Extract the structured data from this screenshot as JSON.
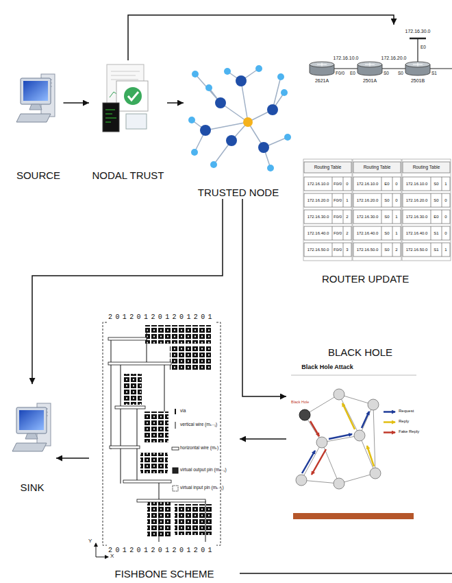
{
  "diagram": {
    "nodes": [
      {
        "text": [
          "SOURCE"
        ]
      },
      {
        "text": [
          "NODAL TRUST"
        ]
      },
      {
        "text": [
          "TRUSTED NODE"
        ]
      },
      {
        "text": [
          "ROUTER UPDATE"
        ]
      },
      {
        "text": [
          "BLACK HOLE"
        ]
      },
      {
        "text": [
          "FISHBONE SCHEME"
        ]
      },
      {
        "text": [
          "SINK"
        ]
      }
    ],
    "edges": [
      {
        "from": 0,
        "to": 1,
        "arrow": "to"
      },
      {
        "from": 1,
        "to": 2,
        "arrow": "to"
      },
      {
        "from": 1,
        "to": 3,
        "arrow": "to"
      },
      {
        "from": 2,
        "to": 6,
        "arrow": "to"
      },
      {
        "from": 2,
        "to": 4,
        "arrow": "to"
      },
      {
        "from": 4,
        "to": 5,
        "arrow": "to"
      },
      {
        "from": 5,
        "to": 6,
        "arrow": "to"
      }
    ],
    "labels": [
      "172.16.30.0",
      "172.16.10.0",
      "172.16.20.0",
      "2621A",
      "2501A",
      "2501B",
      "F0/0",
      "E0",
      "S0",
      "S0",
      "S1",
      "E0",
      "Routing Table",
      "172.16.10.0",
      "F0/0",
      "0",
      "172.16.20.0",
      "F0/0",
      "1",
      "172.16.30.0",
      "F0/0",
      "2",
      "172.16.40.0",
      "F0/0",
      "2",
      "172.16.50.0",
      "F0/0",
      "3",
      "Routing Table",
      "172.16.10.0",
      "E0",
      "0",
      "172.16.20.0",
      "S0",
      "0",
      "172.16.30.0",
      "S0",
      "1",
      "172.16.40.0",
      "S0",
      "1",
      "172.16.50.0",
      "S0",
      "2",
      "Routing Table",
      "172.16.10.0",
      "S0",
      "1",
      "172.16.20.0",
      "S0",
      "0",
      "172.16.30.0",
      "E0",
      "0",
      "172.16.40.0",
      "S1",
      "0",
      "172.16.50.0",
      "S1",
      "1",
      "Black Hole Attack",
      "Black Hole",
      "201201201201201",
      "201201201201201",
      "Y",
      "X"
    ],
    "legend": [
      {
        "text": "via"
      },
      {
        "text": "vertical wire (mₖ₋₁)"
      },
      {
        "text": "horizontal wire (mₖ)"
      },
      {
        "text": "virtual output pin (mₖ₋₁)"
      },
      {
        "text": "virtual input pin (mₖ₋₁)"
      },
      {
        "text": "Request"
      },
      {
        "text": "Reply"
      },
      {
        "text": "Fake Reply"
      }
    ]
  }
}
